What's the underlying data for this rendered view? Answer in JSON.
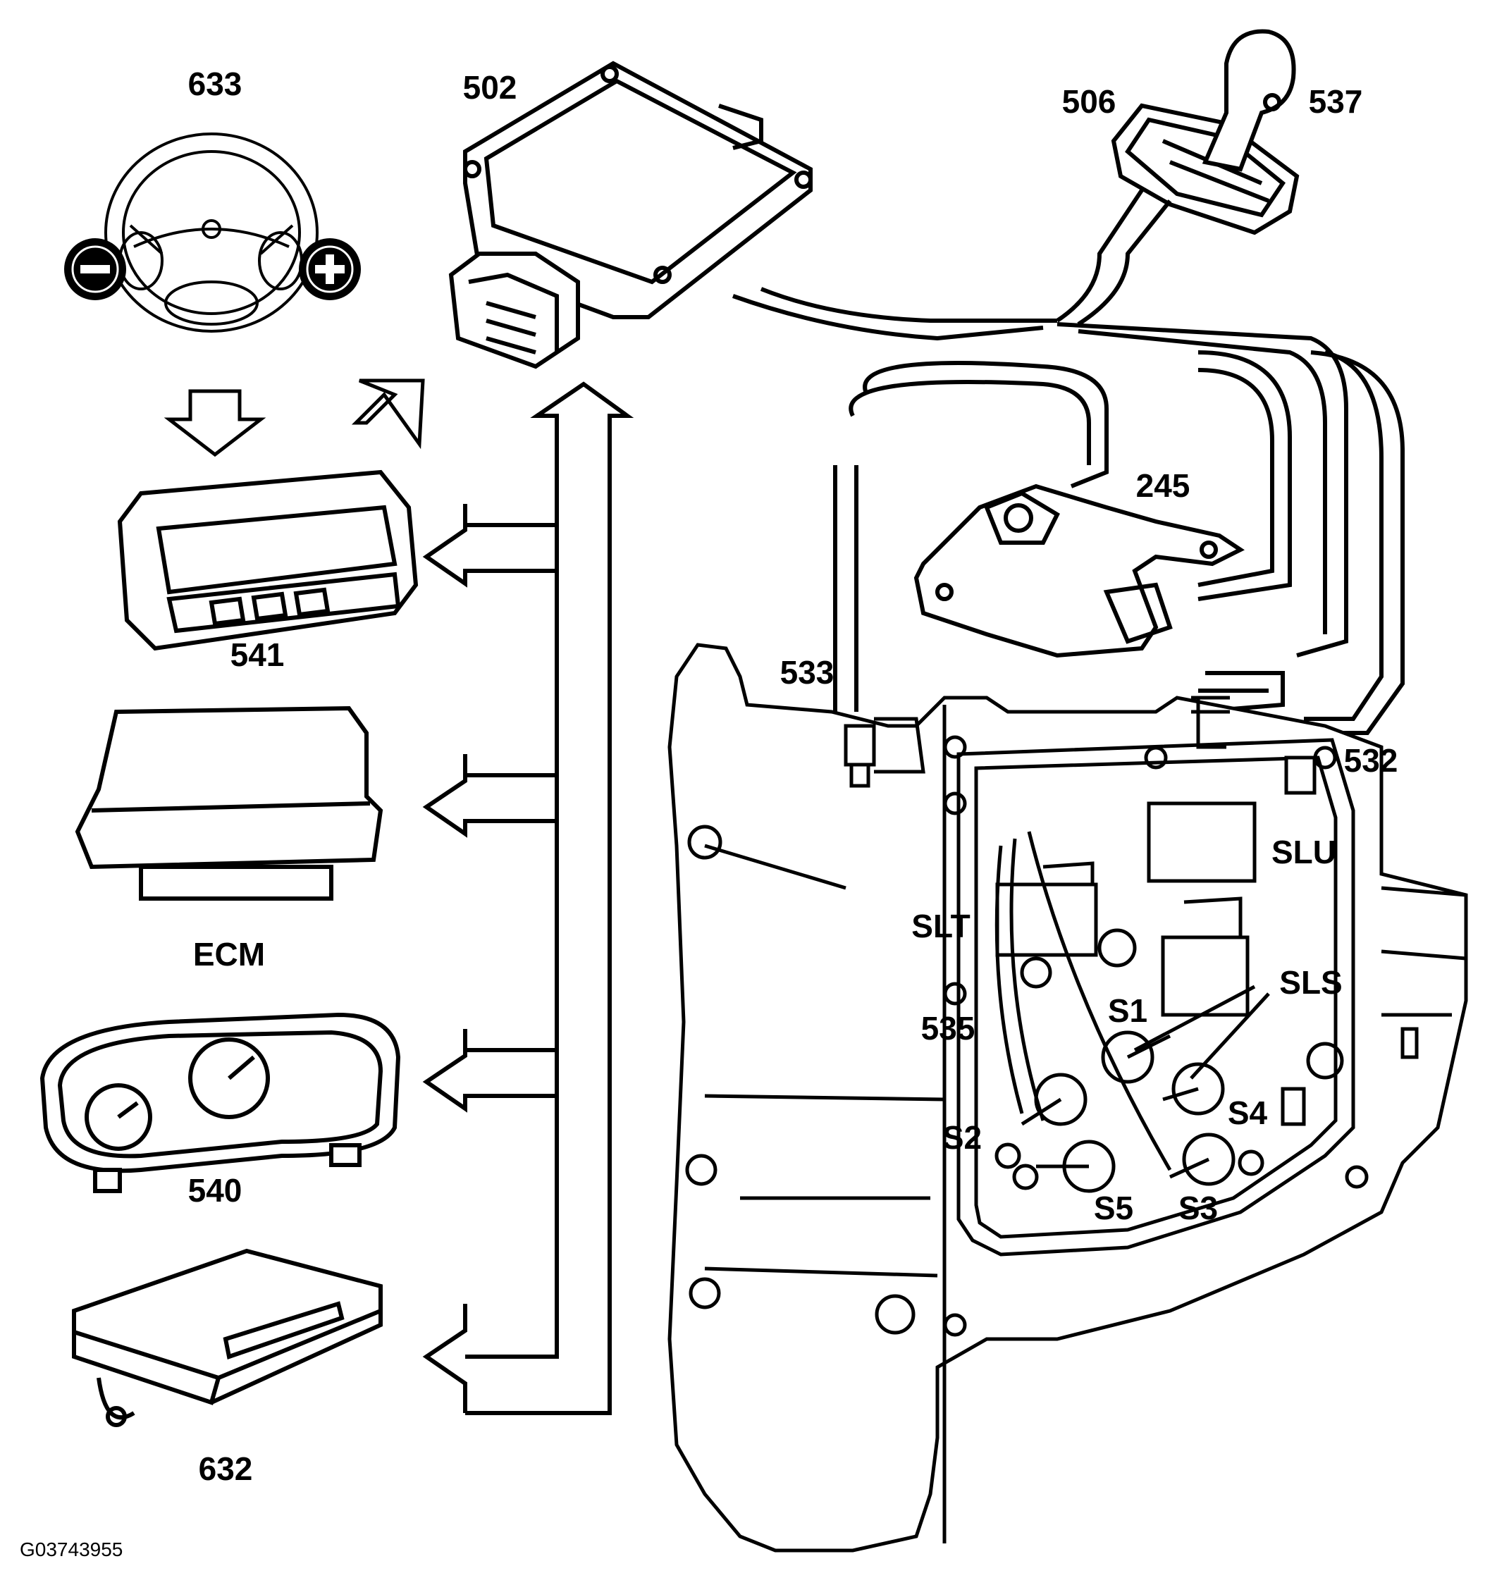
{
  "colors": {
    "line": "#000000",
    "background": "#ffffff"
  },
  "labels": {
    "c633": "633",
    "c502": "502",
    "c506": "506",
    "c537": "537",
    "c245": "245",
    "c541": "541",
    "ecm": "ECM",
    "c540": "540",
    "c632": "632",
    "c533": "533",
    "c532": "532",
    "slu": "SLU",
    "slt": "SLT",
    "sls": "SLS",
    "s1": "S1",
    "c535": "535",
    "s2": "S2",
    "s4": "S4",
    "s5": "S5",
    "s3": "S3"
  },
  "figure_id": "G03743955",
  "icons": {
    "minus_paddle": "minus-icon",
    "plus_paddle": "plus-icon"
  }
}
